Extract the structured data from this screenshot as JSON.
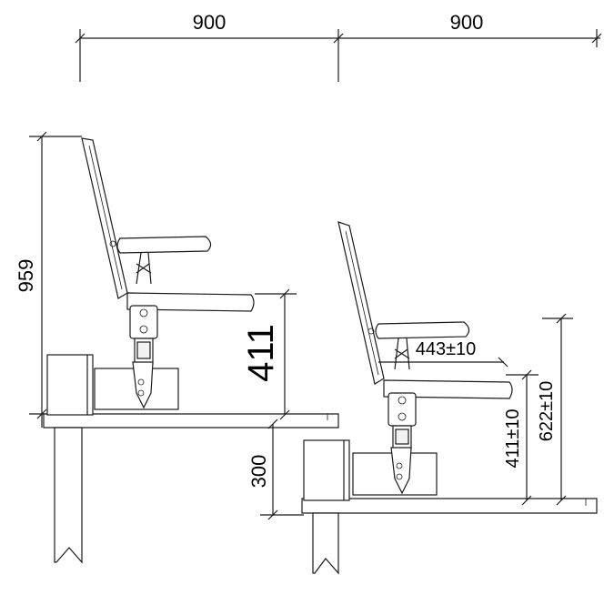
{
  "dimensions": {
    "top_left_width": "900",
    "top_right_width": "900",
    "total_height": "959",
    "seat_height_left": "411",
    "riser_height": "300",
    "armrest_offset": "443±10",
    "seat_height_right": "411±10",
    "armrest_height": "622±10"
  }
}
